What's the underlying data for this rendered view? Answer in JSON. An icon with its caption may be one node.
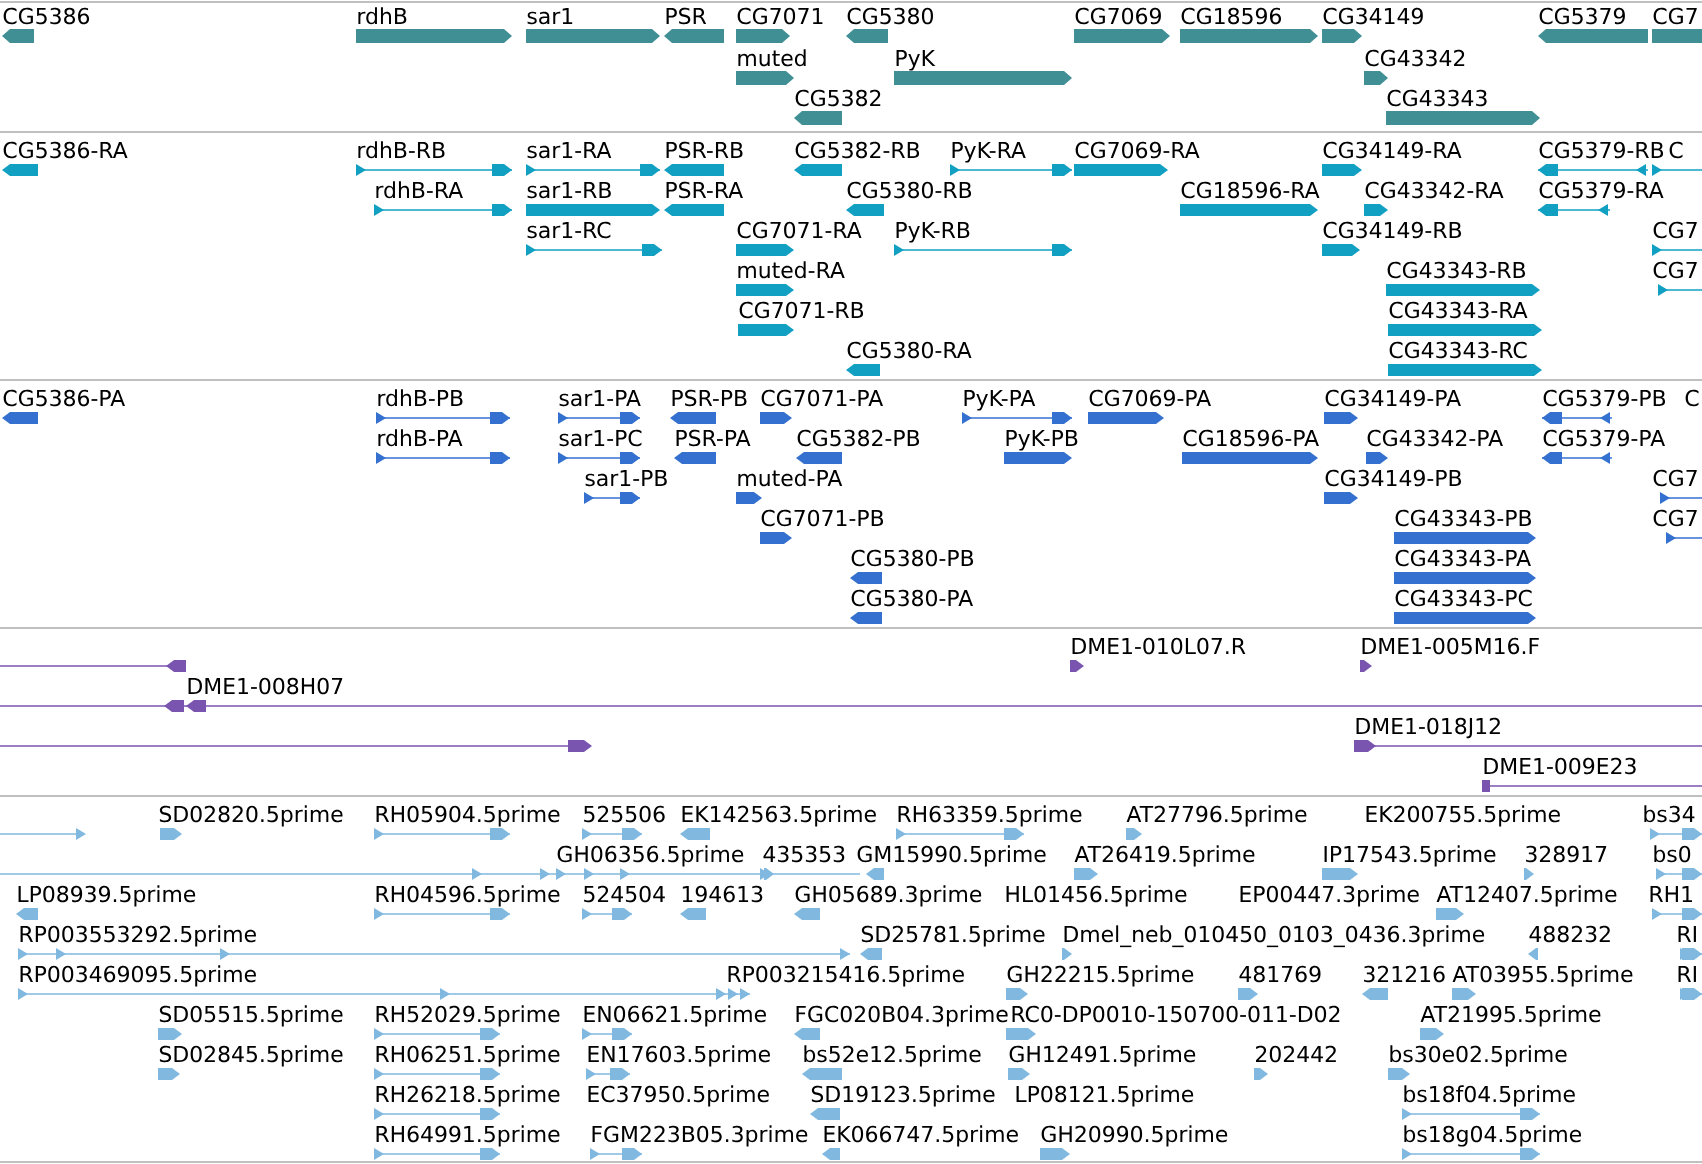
{
  "diagram": {
    "labels": [
      "CG5386",
      "rdhB",
      "sar1",
      "PSR",
      "CG7071",
      "CG5380",
      "CG7069",
      "CG18596",
      "CG34149",
      "CG5379",
      "CG7",
      "muted",
      "PyK",
      "CG43342",
      "CG5382",
      "CG43343",
      "CG5386-RA",
      "rdhB-RB",
      "sar1-RA",
      "PSR-RB",
      "CG5382-RB",
      "PyK-RA",
      "CG7069-RA",
      "CG34149-RA",
      "CG5379-RB",
      "C",
      "rdhB-RA",
      "sar1-RB",
      "PSR-RA",
      "CG5380-RB",
      "CG18596-RA",
      "CG43342-RA",
      "CG5379-RA",
      "sar1-RC",
      "CG7071-RA",
      "PyK-RB",
      "CG34149-RB",
      "CG7",
      "muted-RA",
      "CG43343-RB",
      "CG7",
      "CG7071-RB",
      "CG43343-RA",
      "CG5380-RA",
      "CG43343-RC",
      "CG5386-PA",
      "rdhB-PB",
      "sar1-PA",
      "PSR-PB",
      "CG7071-PA",
      "PyK-PA",
      "CG7069-PA",
      "CG34149-PA",
      "CG5379-PB",
      "C",
      "rdhB-PA",
      "sar1-PC",
      "PSR-PA",
      "CG5382-PB",
      "PyK-PB",
      "CG18596-PA",
      "CG43342-PA",
      "CG5379-PA",
      "sar1-PB",
      "muted-PA",
      "CG34149-PB",
      "CG7",
      "CG7071-PB",
      "CG43343-PB",
      "CG7",
      "CG5380-PB",
      "CG43343-PA",
      "CG5380-PA",
      "CG43343-PC",
      "DME1-010L07.R",
      "DME1-005M16.F",
      "DME1-008H07",
      "DME1-018J12",
      "DME1-009E23",
      "SD02820.5prime",
      "RH05904.5prime",
      "525506",
      "EK142563.5prime",
      "RH63359.5prime",
      "AT27796.5prime",
      "EK200755.5prime",
      "bs34",
      "GH06356.5prime",
      "435353",
      "GM15990.5prime",
      "AT26419.5prime",
      "IP17543.5prime",
      "328917",
      "bs0",
      "LP08939.5prime",
      "RH04596.5prime",
      "524504",
      "194613",
      "GH05689.3prime",
      "HL01456.5prime",
      "EP00447.3prime",
      "AT12407.5prime",
      "RH1",
      "RP003553292.5prime",
      "SD25781.5prime",
      "Dmel_neb_010450_0103_0436.3prime",
      "488232",
      "RI",
      "RP003469095.5prime",
      "RP003215416.5prime",
      "GH22215.5prime",
      "481769",
      "321216",
      "AT03955.5prime",
      "RI",
      "SD05515.5prime",
      "RH52029.5prime",
      "EN06621.5prime",
      "FGC020B04.3prime",
      "RC0-DP0010-150700-011-D02",
      "AT21995.5prime",
      "SD02845.5prime",
      "RH06251.5prime",
      "EN17603.5prime",
      "bs52e12.5prime",
      "GH12491.5prime",
      "202442",
      "bs30e02.5prime",
      "RH26218.5prime",
      "EC37950.5prime",
      "SD19123.5prime",
      "LP08121.5prime",
      "bs18f04.5prime",
      "RH64991.5prime",
      "FGM223B05.3prime",
      "EK066747.5prime",
      "GH20990.5prime",
      "bs18g04.5prime"
    ]
  }
}
